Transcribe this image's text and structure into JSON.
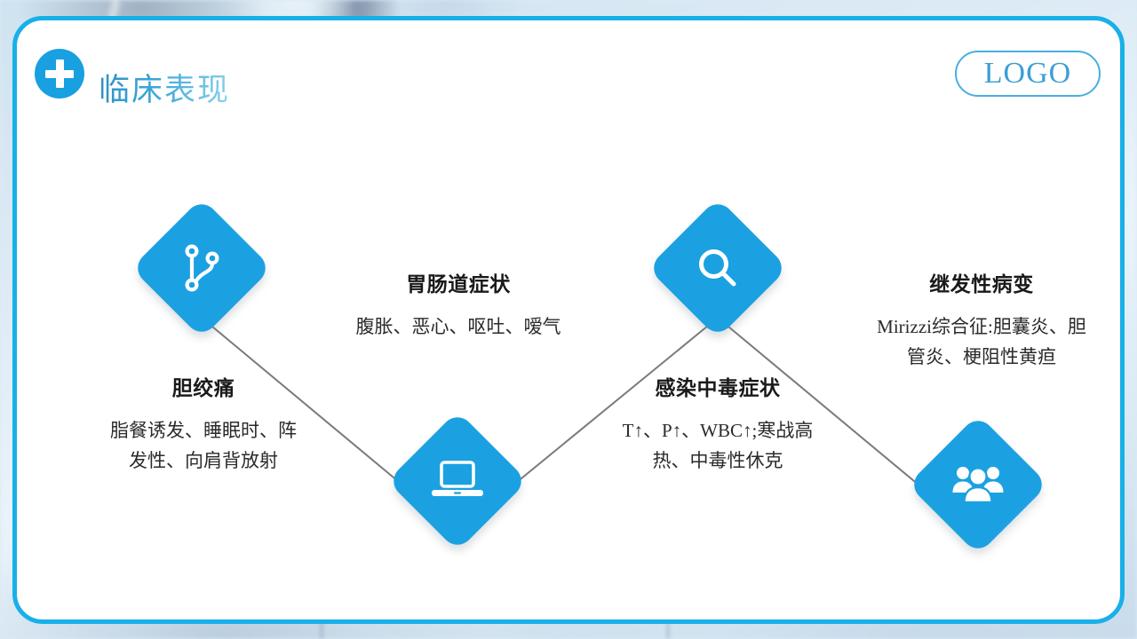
{
  "header": {
    "title": "临床表现",
    "logo_label": "LOGO",
    "cross_icon": "medical-cross-icon",
    "title_gradient_from": "#2e8fc7",
    "title_gradient_to": "#8fd2ee"
  },
  "theme": {
    "accent_blue": "#1ba1e2",
    "border_blue": "#18b0e8",
    "card_background": "#ffffff",
    "connector_gray": "#7a7a7a",
    "heading_color": "#1a1a1a",
    "body_color": "#2b2b2b"
  },
  "diagram": {
    "type": "zigzag-process",
    "node_count": 4,
    "nodes": [
      {
        "index": 1,
        "icon": "git-branch-icon",
        "heading": "胆绞痛",
        "body": "脂餐诱发、睡眠时、阵发性、向肩背放射",
        "position": "up"
      },
      {
        "index": 2,
        "icon": "laptop-icon",
        "heading": "胃肠道症状",
        "body": "腹胀、恶心、呕吐、嗳气",
        "position": "down"
      },
      {
        "index": 3,
        "icon": "search-icon",
        "heading": "感染中毒症状",
        "body": "T↑、P↑、WBC↑;寒战高热、中毒性休克",
        "position": "up"
      },
      {
        "index": 4,
        "icon": "users-group-icon",
        "heading": "继发性病变",
        "body": "Mirizzi综合征:胆囊炎、胆管炎、梗阻性黄疸",
        "position": "down"
      }
    ]
  }
}
